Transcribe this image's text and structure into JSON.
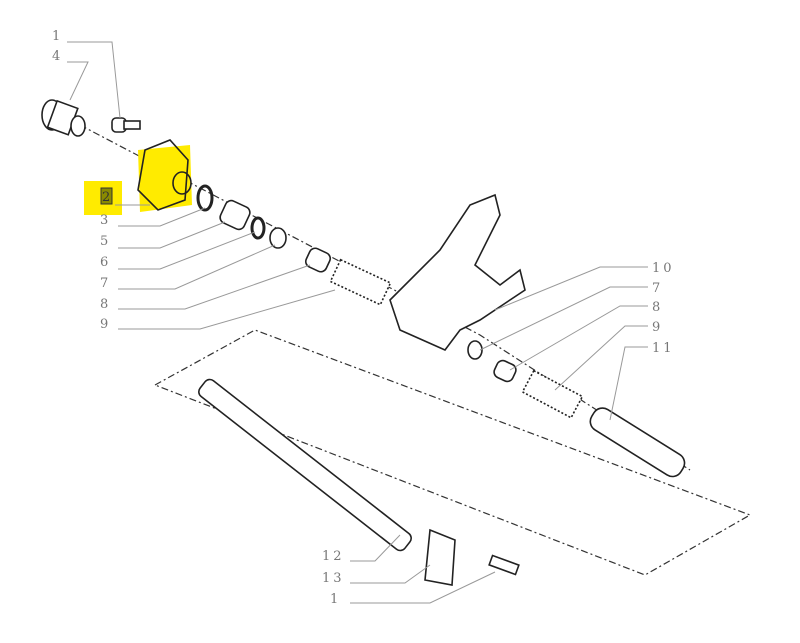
{
  "diagram": {
    "highlight_color": "#ffeb00",
    "highlighted_part": "2",
    "callouts": {
      "top_1": "1",
      "top_4": "4",
      "left_2": "2",
      "left_3": "3",
      "left_5": "5",
      "left_6": "6",
      "left_7": "7",
      "left_8": "8",
      "left_9": "9",
      "right_10": "10",
      "right_7": "7",
      "right_8": "8",
      "right_9": "9",
      "right_11": "11",
      "bottom_12": "12",
      "bottom_13": "13",
      "bottom_1": "1"
    }
  }
}
